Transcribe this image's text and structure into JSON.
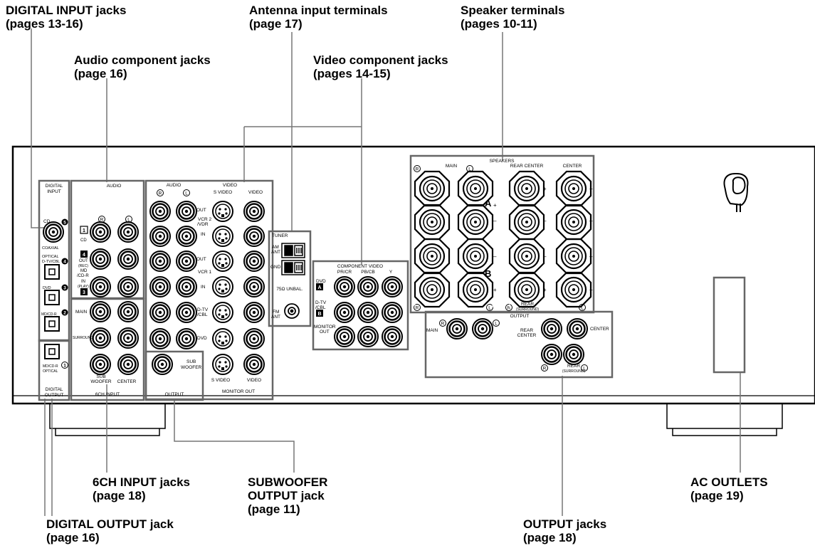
{
  "callouts": {
    "digital_input": {
      "title": "DIGITAL INPUT jacks",
      "page": "(pages 13-16)"
    },
    "antenna": {
      "title": "Antenna input terminals",
      "page": "(page 17)"
    },
    "speaker": {
      "title": "Speaker terminals",
      "page": "(pages 10-11)"
    },
    "audio": {
      "title": "Audio component jacks",
      "page": "(page 16)"
    },
    "video": {
      "title": "Video component jacks",
      "page": "(pages 14-15)"
    },
    "sixch": {
      "title": "6CH INPUT jacks",
      "page": "(page 18)"
    },
    "subwoofer": {
      "title1": "SUBWOOFER",
      "title2": "OUTPUT jack",
      "page": "(page 11)"
    },
    "ac": {
      "title": "AC OUTLETS",
      "page": "(page 19)"
    },
    "digital_output": {
      "title": "DIGITAL OUTPUT jack",
      "page": "(page 16)"
    },
    "output": {
      "title": "OUTPUT jacks",
      "page": "(page 18)"
    }
  },
  "panel": {
    "digital_input": {
      "line1": "DIGITAL",
      "line2": "INPUT",
      "cd": "CD",
      "coaxial": "COAXIAL",
      "optical": "OPTICAL",
      "dtv": "D-TV/CBL",
      "dvd": "DVD",
      "mdcdr": "MD/CD-R"
    },
    "n5": "5",
    "n4": "4",
    "n3": "3",
    "n2": "2",
    "n1": "1",
    "digital_output": {
      "line1": "DIGITAL",
      "line2": "OUTPUT",
      "mdcdr": "MD/CD-R",
      "optical": "OPTICAL"
    },
    "audio": {
      "title": "AUDIO",
      "r": "R",
      "l": "L",
      "n1": "1",
      "cd": "CD",
      "n4": "4",
      "out": "OUT",
      "rec": "(REC)",
      "md": "MD",
      "cdr": "/CD-R",
      "in": "IN",
      "play": "(PLAY)",
      "n3": "3"
    },
    "sixch": {
      "main": "MAIN",
      "surround": "SURROUND",
      "sub": "SUB",
      "woofer": "WOOFER",
      "center": "CENTER",
      "title": "6CH INPUT"
    },
    "video": {
      "audio": "AUDIO",
      "video_hdr": "VIDEO",
      "r": "R",
      "l": "L",
      "svideo": "S VIDEO",
      "video": "VIDEO",
      "out": "OUT",
      "vcr2": "VCR 2",
      "vdr": "/VDR",
      "in": "IN",
      "out2": "OUT",
      "vcr1": "VCR 1",
      "in2": "IN",
      "dtv": "D-TV",
      "cbl": "/CBL",
      "dvd": "DVD",
      "svideo_b": "S VIDEO",
      "video_b": "VIDEO",
      "monitor_out": "MONITOR OUT"
    },
    "sub_output": {
      "sub": "SUB",
      "woofer": "WOOFER",
      "output": "OUTPUT"
    },
    "tuner": {
      "title": "TUNER",
      "am": "AM",
      "ant": "ANT",
      "gnd": "GND",
      "unbal": "75Ω UNBAL.",
      "fm": "FM",
      "fm_ant": "ANT"
    },
    "component": {
      "title": "COMPONENT VIDEO",
      "pr": "PR/CR",
      "pb": "PB/CB",
      "y": "Y",
      "dvd": "DVD",
      "a": "A",
      "dtv": "D-TV",
      "cbl": "/CBL",
      "b": "B",
      "monitor": "MONITOR",
      "out": "OUT"
    },
    "speakers": {
      "title": "SPEAKERS",
      "main": "MAIN",
      "rear_center": "REAR CENTER",
      "center": "CENTER",
      "a": "A",
      "b": "B",
      "r": "R",
      "l": "L",
      "plus": "+",
      "minus": "–",
      "rear": "REAR",
      "surround": "(SURROUND)"
    },
    "output": {
      "title": "OUTPUT",
      "main": "MAIN",
      "r": "R",
      "l": "L",
      "rear": "REAR",
      "center": "CENTER",
      "center2": "CENTER",
      "rear2": "REAR",
      "surround": "(SURROUND)"
    }
  }
}
